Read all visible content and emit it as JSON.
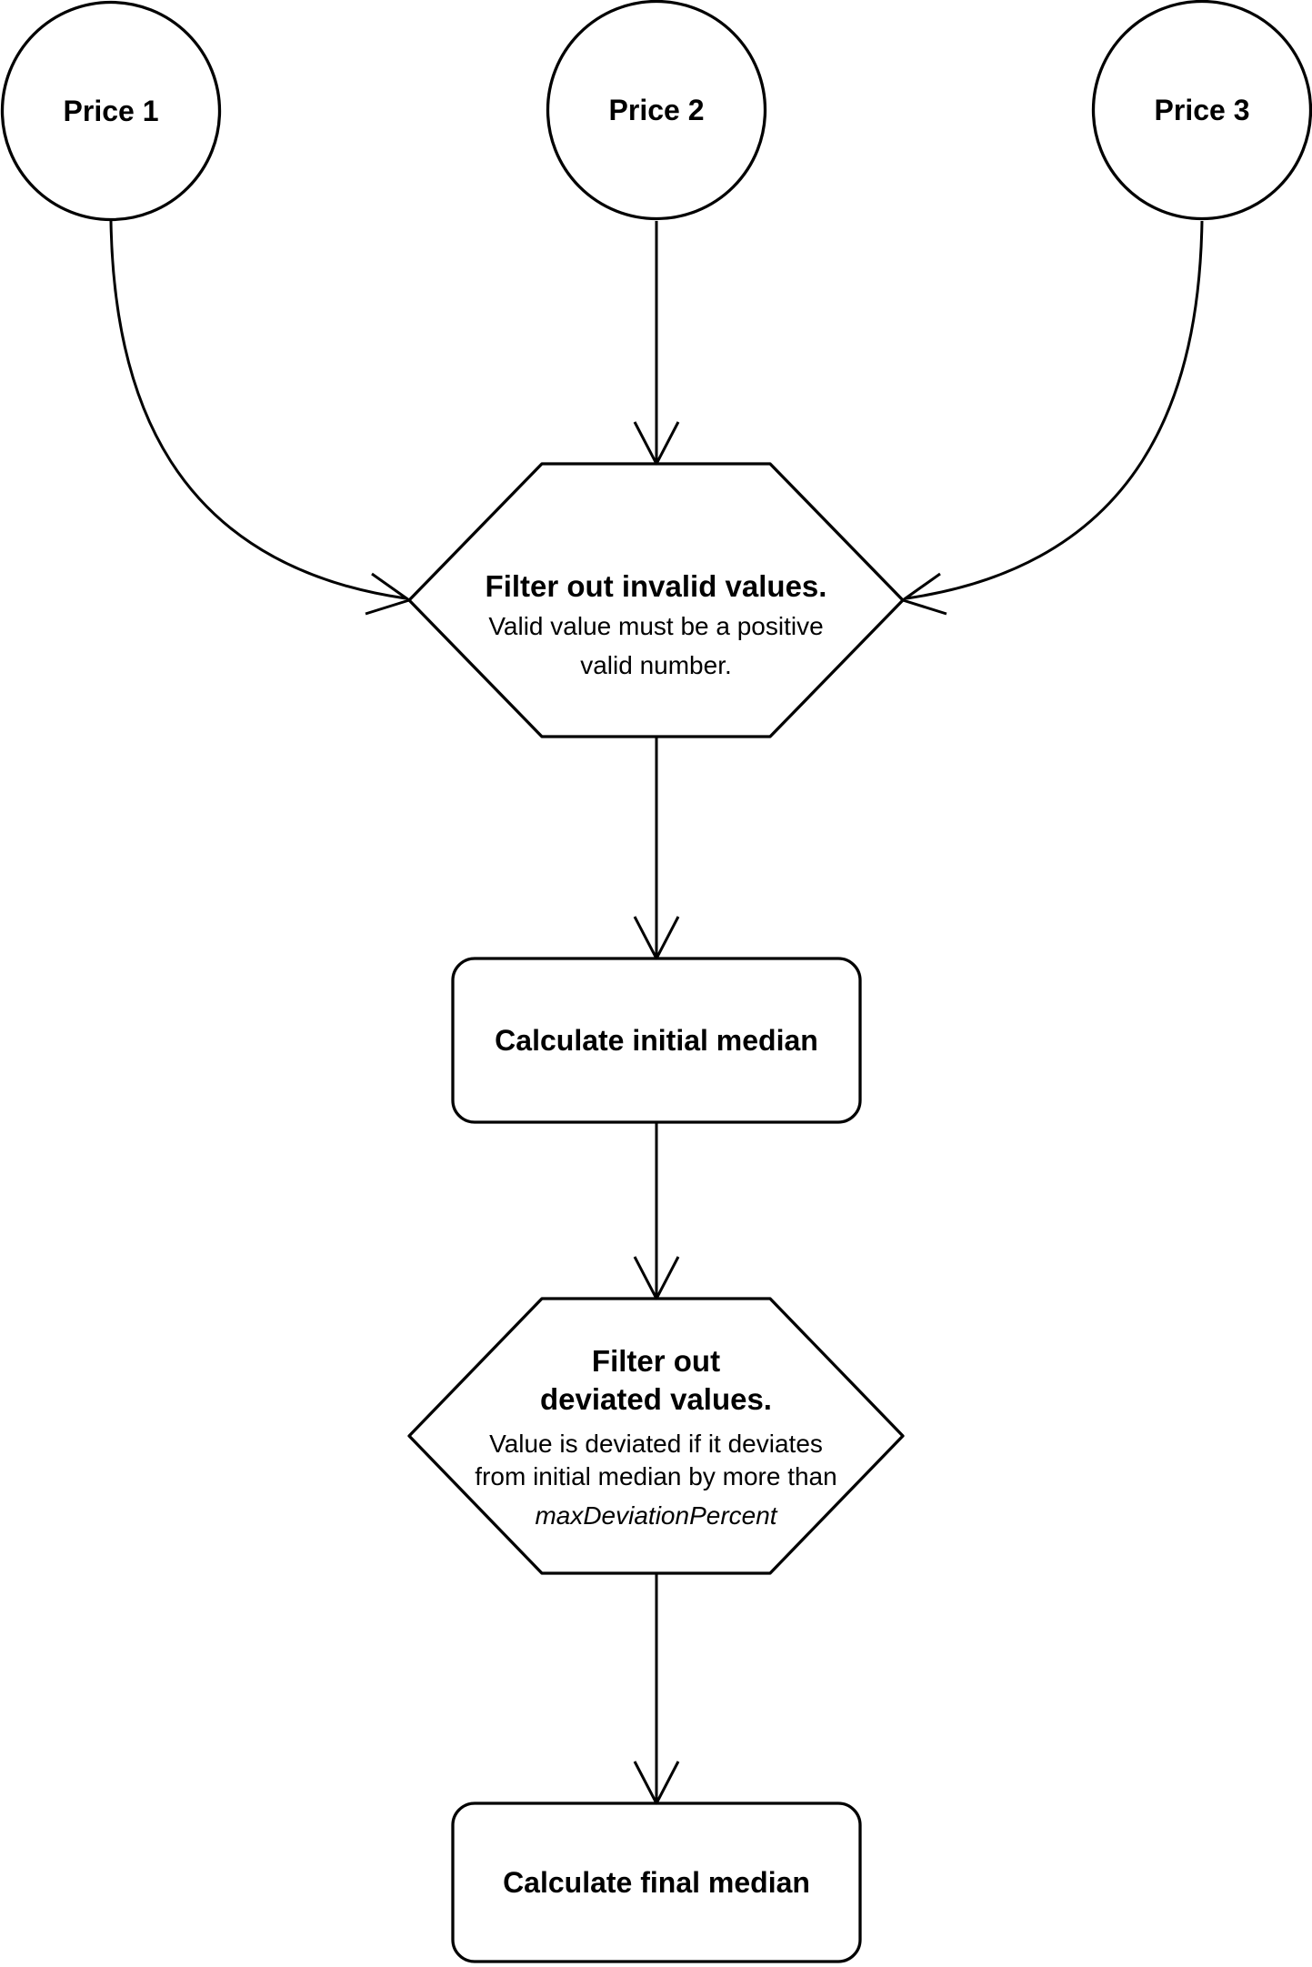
{
  "diagram": {
    "type": "flowchart",
    "background_color": "#ffffff",
    "stroke_color": "#000000",
    "nodes": {
      "price1": {
        "shape": "circle",
        "label": "Price 1"
      },
      "price2": {
        "shape": "circle",
        "label": "Price 2"
      },
      "price3": {
        "shape": "circle",
        "label": "Price 3"
      },
      "filter_invalid": {
        "shape": "hexagon",
        "title": "Filter out invalid values.",
        "desc_lines": [
          "Valid value must be a positive",
          "valid number."
        ]
      },
      "initial_median": {
        "shape": "rounded-rect",
        "label": "Calculate initial median"
      },
      "filter_deviated": {
        "shape": "hexagon",
        "title_lines": [
          "Filter out",
          "deviated values."
        ],
        "desc_lines": [
          "Value is deviated if it deviates",
          "from initial median by more than"
        ],
        "desc_italic": "maxDeviationPercent"
      },
      "final_median": {
        "shape": "rounded-rect",
        "label": "Calculate final median"
      }
    },
    "edges": [
      {
        "from": "price1",
        "to": "filter_invalid",
        "style": "curved-arrow"
      },
      {
        "from": "price2",
        "to": "filter_invalid",
        "style": "straight-arrow"
      },
      {
        "from": "price3",
        "to": "filter_invalid",
        "style": "curved-arrow"
      },
      {
        "from": "filter_invalid",
        "to": "initial_median",
        "style": "straight-arrow"
      },
      {
        "from": "initial_median",
        "to": "filter_deviated",
        "style": "straight-arrow"
      },
      {
        "from": "filter_deviated",
        "to": "final_median",
        "style": "straight-arrow"
      }
    ]
  }
}
